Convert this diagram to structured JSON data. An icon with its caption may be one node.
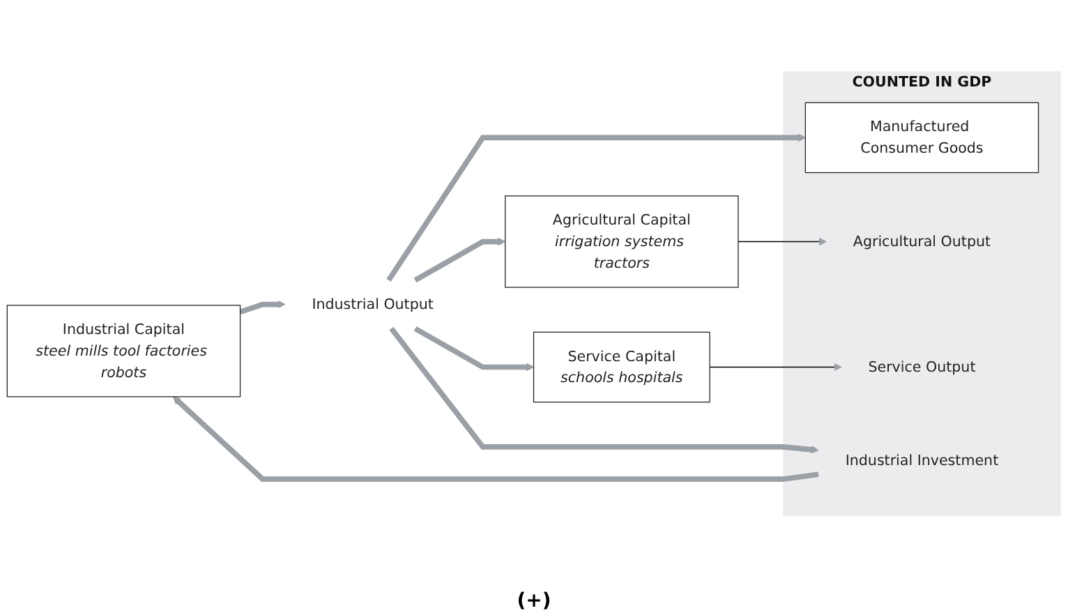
{
  "diagram": {
    "nodes": [
      {
        "text": [
          "Industrial Capital",
          "steel mills tool factories robots"
        ]
      },
      {
        "text": [
          "Industrial Output"
        ]
      },
      {
        "text": [
          "COUNTED IN GDP"
        ]
      },
      {
        "text": [
          "Manufactured Consumer Goods"
        ],
        "in": 2
      },
      {
        "text": [
          "Agricultural Capital",
          "irrigation systems tractors"
        ]
      },
      {
        "text": [
          "Service Capital",
          "schools hospitals"
        ]
      },
      {
        "text": [
          "Agricultural Output"
        ],
        "in": 2
      },
      {
        "text": [
          "Service Output"
        ],
        "in": 2
      },
      {
        "text": [
          "Industrial Investment"
        ],
        "in": 2
      }
    ],
    "edges": [
      {
        "from": 0,
        "to": 1,
        "arrow": "to"
      },
      {
        "from": 1,
        "to": 3,
        "arrow": "to"
      },
      {
        "from": 1,
        "to": 4,
        "arrow": "to"
      },
      {
        "from": 1,
        "to": 5,
        "arrow": "to"
      },
      {
        "from": 1,
        "to": 8,
        "arrow": "to"
      },
      {
        "from": 4,
        "to": 6,
        "arrow": "to",
        "color": "#000000"
      },
      {
        "from": 5,
        "to": 7,
        "arrow": "to",
        "color": "#000000"
      },
      {
        "from": 8,
        "to": 0,
        "arrow": "to"
      }
    ],
    "labels": [
      "(+)"
    ]
  }
}
